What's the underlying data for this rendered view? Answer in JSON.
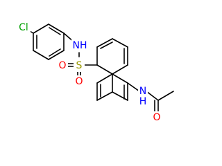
{
  "molecule": {
    "atoms": {
      "cl": "Cl",
      "nh_sulfonamide": "NH",
      "s": "S",
      "o_top": "O",
      "o_bottom": "O",
      "nh_amide": "N",
      "h_amide": "H",
      "o_carbonyl": "O"
    }
  },
  "colors": {
    "carbon": "#000000",
    "nitrogen": "#0000ff",
    "oxygen": "#ff0000",
    "sulfur": "#999900",
    "chlorine": "#00a000"
  }
}
